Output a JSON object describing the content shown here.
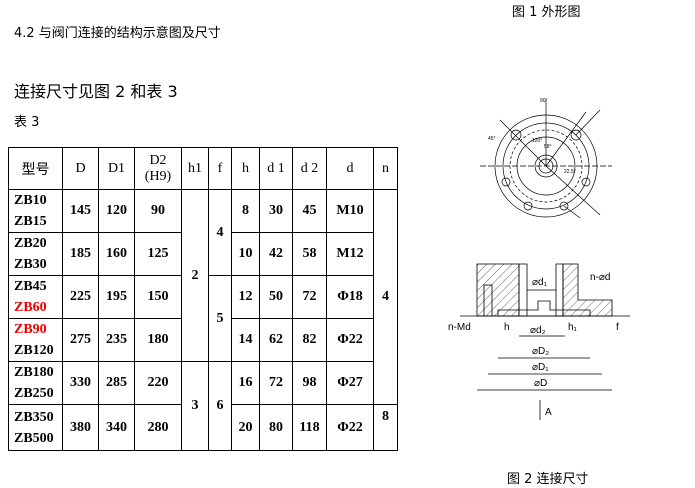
{
  "section_title": "4.2 与阀门连接的结构示意图及尺寸",
  "intro": "连接尺寸见图 2 和表 3",
  "table_label": "表 3",
  "figure1_caption": "图 1  外形图",
  "figure2_caption": "图 2   连接尺寸",
  "table": {
    "headers": [
      "型号",
      "D",
      "D1",
      "D2",
      "(H9)",
      "h1",
      "f",
      "h",
      "d 1",
      "d 2",
      "d",
      "n"
    ],
    "rows": [
      {
        "models": [
          "ZB10",
          "ZB15"
        ],
        "D": "145",
        "D1": "120",
        "D2": "90",
        "h": "8",
        "d1": "30",
        "d2": "45",
        "d": "M10"
      },
      {
        "models": [
          "ZB20",
          "ZB30"
        ],
        "D": "185",
        "D1": "160",
        "D2": "125",
        "h": "10",
        "d1": "42",
        "d2": "58",
        "d": "M12"
      },
      {
        "models": [
          "ZB45",
          "ZB60"
        ],
        "D": "225",
        "D1": "195",
        "D2": "150",
        "h": "12",
        "d1": "50",
        "d2": "72",
        "d": "Φ18"
      },
      {
        "models": [
          "ZB90",
          "ZB120"
        ],
        "D": "275",
        "D1": "235",
        "D2": "180",
        "h": "14",
        "d1": "62",
        "d2": "82",
        "d": "Φ22"
      },
      {
        "models": [
          "ZB180",
          "ZB250"
        ],
        "D": "330",
        "D1": "285",
        "D2": "220",
        "h": "16",
        "d1": "72",
        "d2": "98",
        "d": "Φ27"
      },
      {
        "models": [
          "ZB350",
          "ZB500"
        ],
        "D": "380",
        "D1": "340",
        "D2": "280",
        "h": "20",
        "d1": "80",
        "d2": "118",
        "d": "Φ22"
      }
    ],
    "h1_groups": [
      "2",
      "3"
    ],
    "f_groups": [
      "4",
      "5",
      "6"
    ],
    "n_groups": [
      "4",
      "8"
    ],
    "highlight_color": "#e00000"
  },
  "drawing": {
    "fig1_labels": [
      "90°",
      "45°",
      "120°",
      "58°",
      "22.5°"
    ],
    "fig2_labels": [
      "⌀d₁",
      "n-⌀d",
      "n-Md",
      "h",
      "⌀d₂",
      "h₁",
      "f",
      "⌀D₂",
      "⌀D₁",
      "⌀D",
      "A"
    ]
  }
}
